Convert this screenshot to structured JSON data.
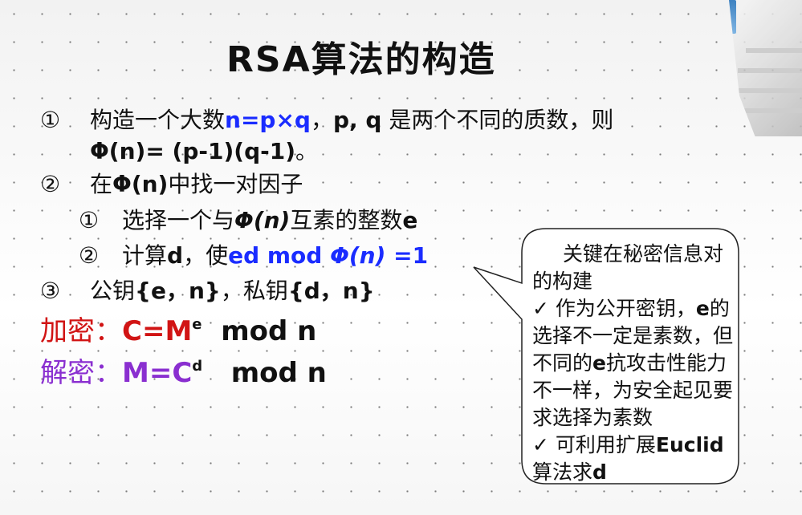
{
  "title": "RSA算法的构造",
  "steps": {
    "s1": {
      "num": "①",
      "text_a": "构造一个大数",
      "formula": "n=p×q",
      "text_b": "，",
      "vars": "p, q",
      "text_c": " 是两个不同的质数，则",
      "line2": "Φ(n)= (p-1)(q-1)",
      "line2_tail": "。"
    },
    "s2": {
      "num": "②",
      "text_a": "在",
      "phi": "Φ(n)",
      "text_b": "中找一对因子"
    },
    "s2a": {
      "num": "①",
      "text_a": "选择一个与",
      "phi": "Φ(n)",
      "text_b": "互素的整数",
      "var": "e"
    },
    "s2b": {
      "num": "②",
      "text_a": "计算",
      "var": "d",
      "text_b": "，使",
      "formula": "ed  mod ",
      "phi": "Φ(n)",
      "tail": " =1"
    },
    "s3": {
      "num": "③",
      "text_a": "公钥",
      "pub": "{e，n}",
      "text_b": "，私钥",
      "priv": "{d，n}"
    }
  },
  "encrypt": {
    "label": "加密：",
    "formula": "C=M",
    "exp": "e",
    "tail": "mod n"
  },
  "decrypt": {
    "label": "解密：",
    "formula": "M=C",
    "exp": "d",
    "tail": "mod n"
  },
  "callout": {
    "l1": "关键在秘密信息对",
    "l2": "的构建",
    "check1": "✓",
    "l3a": " 作为公开密钥，",
    "l3b": "e",
    "l3c": "的",
    "l4": "选择不一定是素数，但",
    "l5a": "不同的",
    "l5b": "e",
    "l5c": "抗攻击性能力",
    "l6": "不一样，为安全起见要",
    "l7": "求选择为素数",
    "check2": "✓",
    "l8a": " 可利用扩展",
    "l8b": "Euclid",
    "l9a": "算法求",
    "l9b": "d"
  }
}
